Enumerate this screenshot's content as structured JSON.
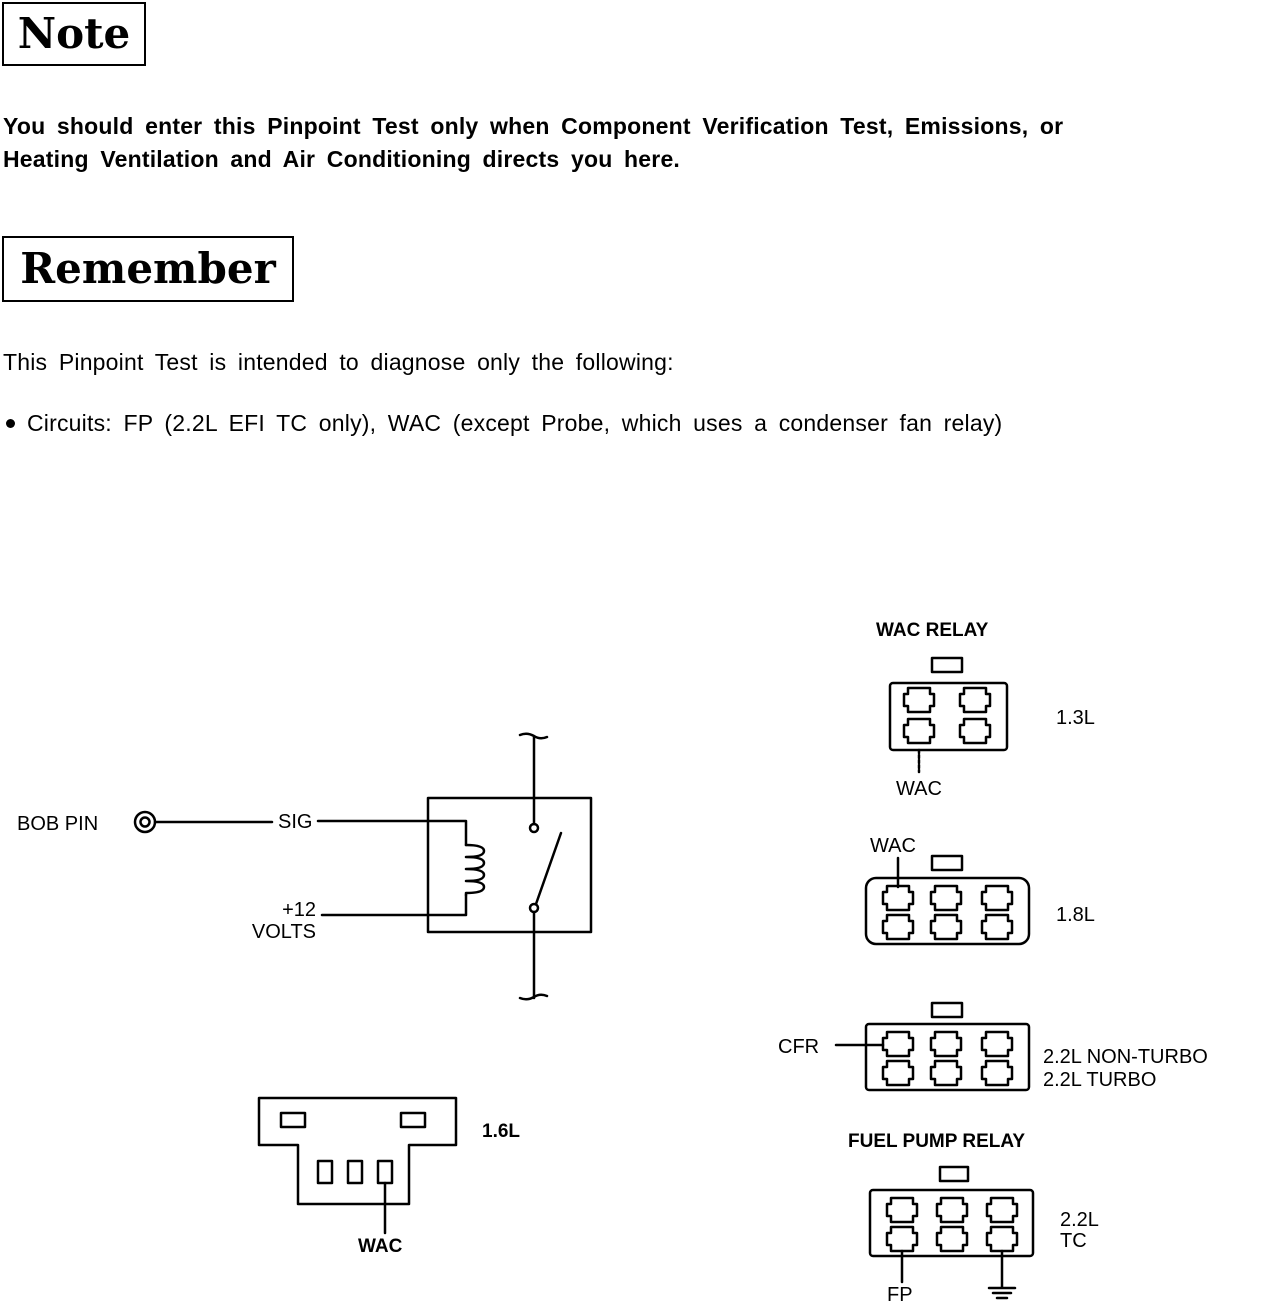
{
  "note": {
    "title": "Note",
    "line1": "You should enter this Pinpoint Test only when Component Verification Test, Emissions, or",
    "line2": "Heating Ventilation and Air Conditioning directs you here."
  },
  "remember": {
    "title": "Remember",
    "intro": "This Pinpoint Test is intended to diagnose only the following:",
    "bullets": [
      "Circuits: FP (2.2L EFI TC only), WAC (except Probe, which uses a condenser fan relay)"
    ]
  },
  "schematic": {
    "bob_pin": "BOB PIN",
    "sig": "SIG",
    "volts_top": "+12",
    "volts_bottom": "VOLTS"
  },
  "connectors": {
    "c16": {
      "engine": "1.6L",
      "pin": "WAC"
    },
    "wac_relay_heading": "WAC RELAY",
    "c13": {
      "engine": "1.3L",
      "pin": "WAC"
    },
    "c18": {
      "engine": "1.8L",
      "pin": "WAC"
    },
    "c22": {
      "engine_line1": "2.2L NON-TURBO",
      "engine_line2": "2.2L TURBO",
      "pin": "CFR"
    },
    "fuel_pump_heading": "FUEL PUMP RELAY",
    "c22tc": {
      "engine_line1": "2.2L",
      "engine_line2": "TC",
      "pin": "FP"
    }
  }
}
